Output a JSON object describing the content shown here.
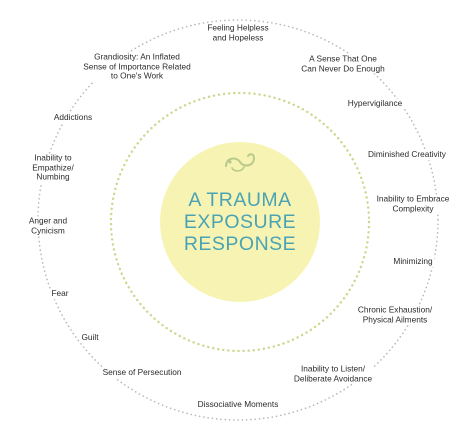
{
  "center": {
    "lines": [
      "A TRAUMA",
      "EXPOSURE",
      "RESPONSE"
    ]
  },
  "colors": {
    "center_fill": "#f7f4b3",
    "title_text": "#4aa3b5",
    "inner_dots": "#cfd68f",
    "outer_dots": "#b8b8b8",
    "ornament": "#b9c98c"
  },
  "items": [
    "Feeling Helpless\nand Hopeless",
    "A Sense That One\nCan Never Do Enough",
    "Hypervigilance",
    "Diminished Creativity",
    "Inability to Embrace\nComplexity",
    "Minimizing",
    "Chronic Exhaustion/\nPhysical Ailments",
    "Inability to Listen/\nDeliberate Avoidance",
    "Dissociative Moments",
    "Sense of Persecution",
    "Guilt",
    "Fear",
    "Anger and\nCynicism",
    "Inability to\nEmpathize/\nNumbing",
    "Addictions",
    "Grandiosity: An Inflated\nSense of Importance Related\nto One's Work"
  ]
}
